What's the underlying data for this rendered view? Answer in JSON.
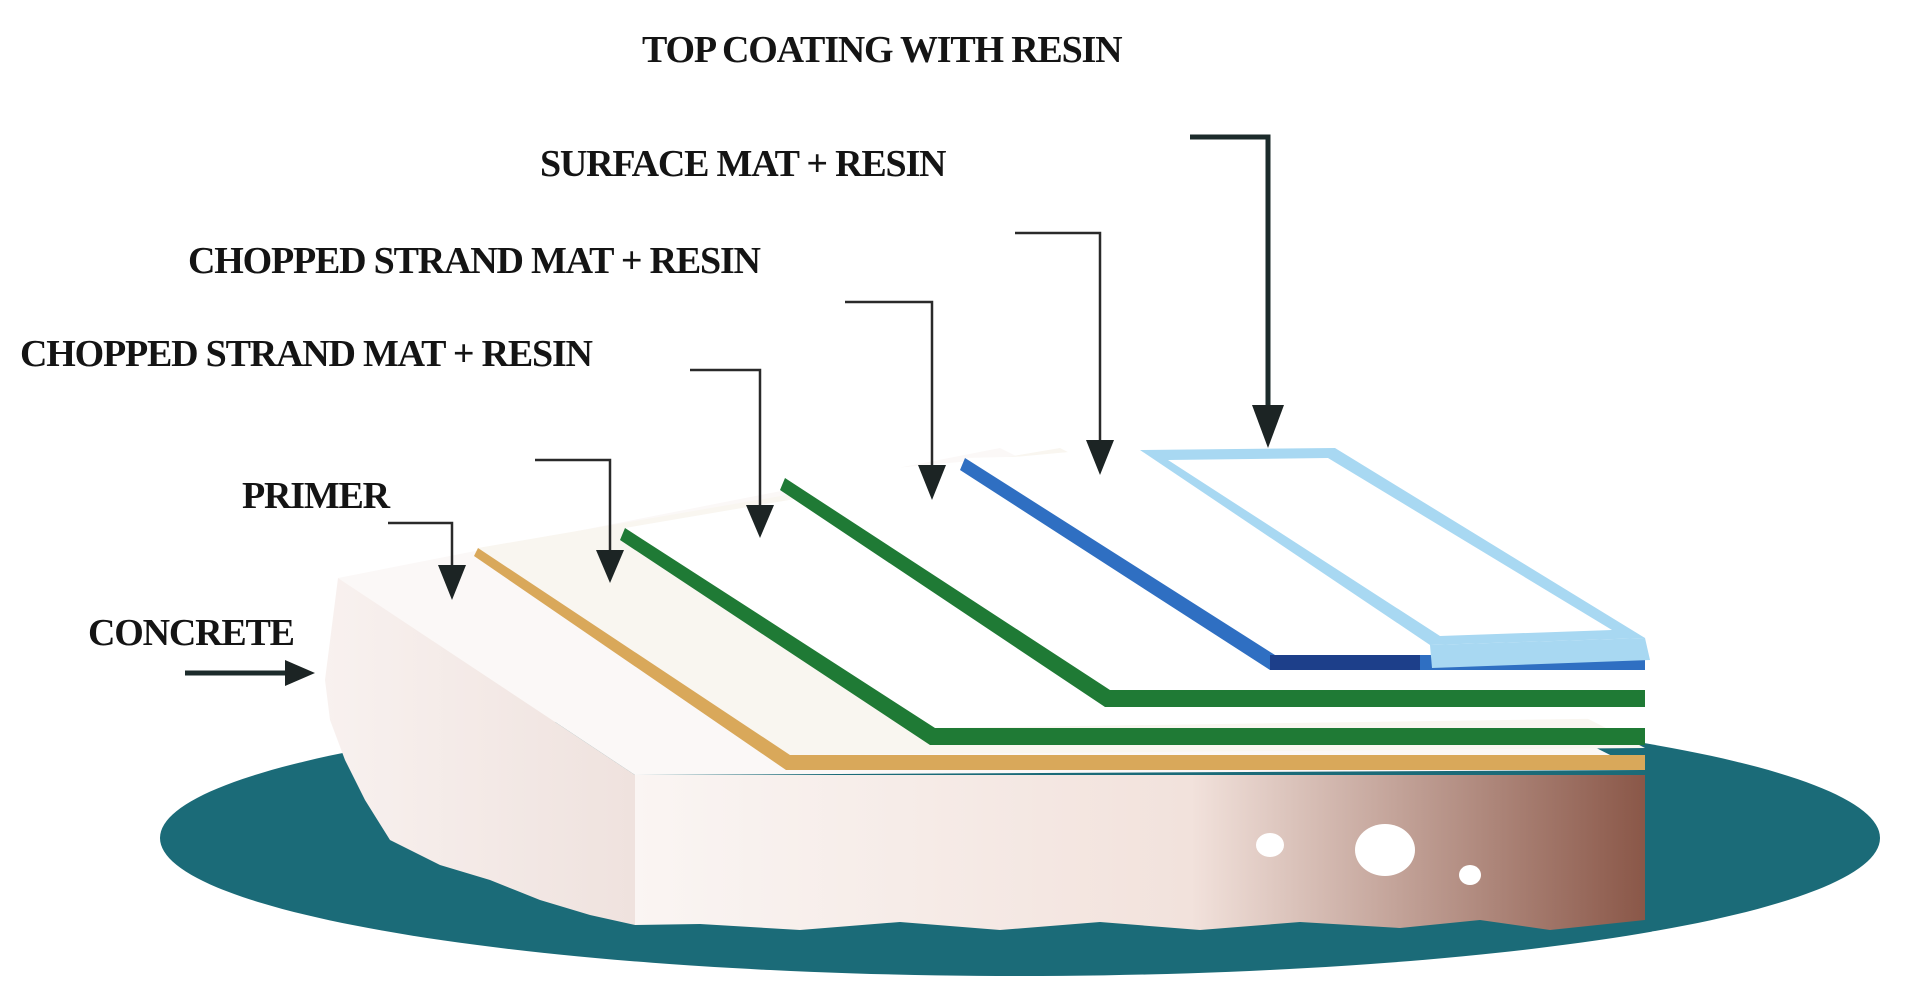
{
  "diagram": {
    "labels": {
      "top_coating": "TOP COATING WITH RESIN",
      "surface_mat": "SURFACE MAT + RESIN",
      "chopped_mat_2": "CHOPPED STRAND MAT + RESIN",
      "chopped_mat_1": "CHOPPED STRAND MAT + RESIN",
      "primer": "PRIMER",
      "concrete": "CONCRETE"
    },
    "colors": {
      "ground": "#1b6b78",
      "concrete_top": "#f7f3f1",
      "concrete_side": "#f2e6e2",
      "concrete_shadow": "#8f5f52",
      "primer": "#d9a85a",
      "chopped_mat": "#1f7a35",
      "surface_mat": "#2f6fc2",
      "top_coating": "#a8d8f2"
    }
  }
}
